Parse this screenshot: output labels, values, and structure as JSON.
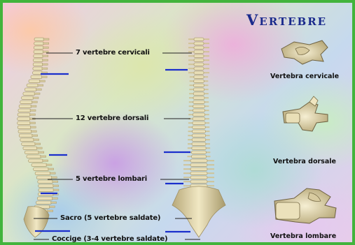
{
  "title": "Vertebre",
  "labels": {
    "cervicali": "7 vertebre cervicali",
    "dorsali": "12 vertebre dorsali",
    "lombari": "5 vertebre lombari",
    "sacro": "Sacro (5 vertebre saldate)",
    "coccige": "Coccige (3-4 vertebre saldate)"
  },
  "vertebra_labels": {
    "cervicale": "Vertebra cervicale",
    "dorsale": "Vertebra dorsale",
    "lombare": "Vertebra lombare"
  },
  "colors": {
    "bone": "#e9dfb7",
    "bone_shadow": "#9e8f63",
    "marker": "#1a2ecc",
    "title": "#1a2a8c",
    "frame": "#42b43c"
  }
}
